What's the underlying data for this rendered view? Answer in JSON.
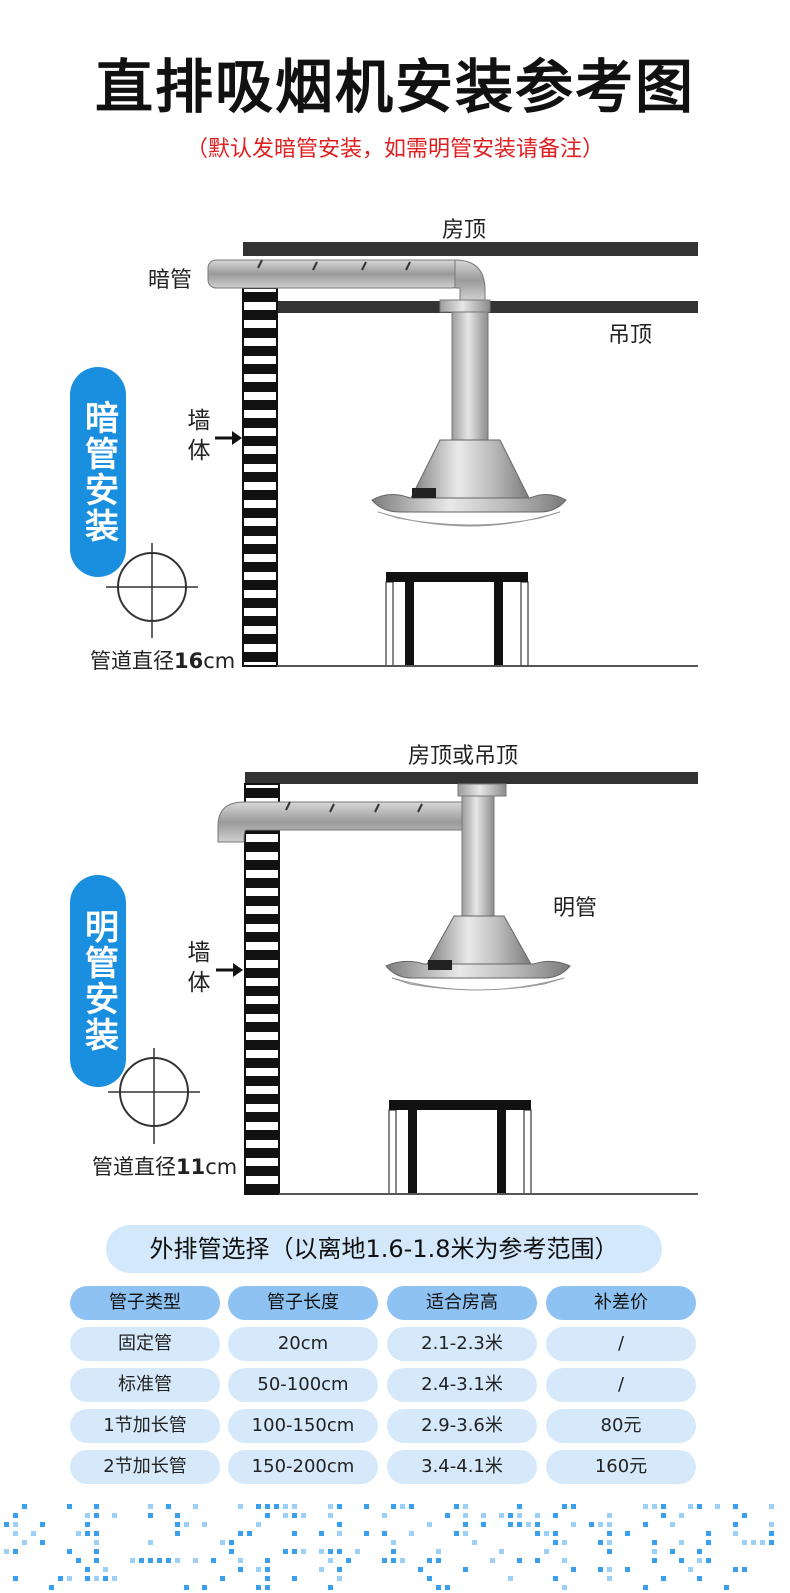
{
  "header": {
    "title": "直排吸烟机安装参考图",
    "subtitle": "（默认发暗管安装，如需明管安装请备注）"
  },
  "diagram_concealed": {
    "badge": "暗管安装",
    "label_roof": "房顶",
    "label_pipe": "暗管",
    "label_ceiling": "吊顶",
    "label_wall": "墙体",
    "pipe_diameter_text": "管道直径",
    "pipe_diameter_value": "16",
    "pipe_diameter_unit": "cm"
  },
  "diagram_exposed": {
    "badge": "明管安装",
    "label_roof": "房顶或吊顶",
    "label_pipe": "明管",
    "label_wall": "墙体",
    "pipe_diameter_text": "管道直径",
    "pipe_diameter_value": "11",
    "pipe_diameter_unit": "cm"
  },
  "pipe_table": {
    "title": "外排管选择（以离地1.6-1.8米为参考范围）",
    "columns": [
      "管子类型",
      "管子长度",
      "适合房高",
      "补差价"
    ],
    "rows": [
      [
        "固定管",
        "20cm",
        "2.1-2.3米",
        "/"
      ],
      [
        "标准管",
        "50-100cm",
        "2.4-3.1米",
        "/"
      ],
      [
        "1节加长管",
        "100-150cm",
        "2.9-3.6米",
        "80元"
      ],
      [
        "2节加长管",
        "150-200cm",
        "3.4-4.1米",
        "160元"
      ]
    ]
  },
  "colors": {
    "accent_blue": "#1a8fe0",
    "header_cell": "#8ec2f2",
    "body_cell": "#d6e9fb",
    "subtitle_red": "#e02020"
  }
}
